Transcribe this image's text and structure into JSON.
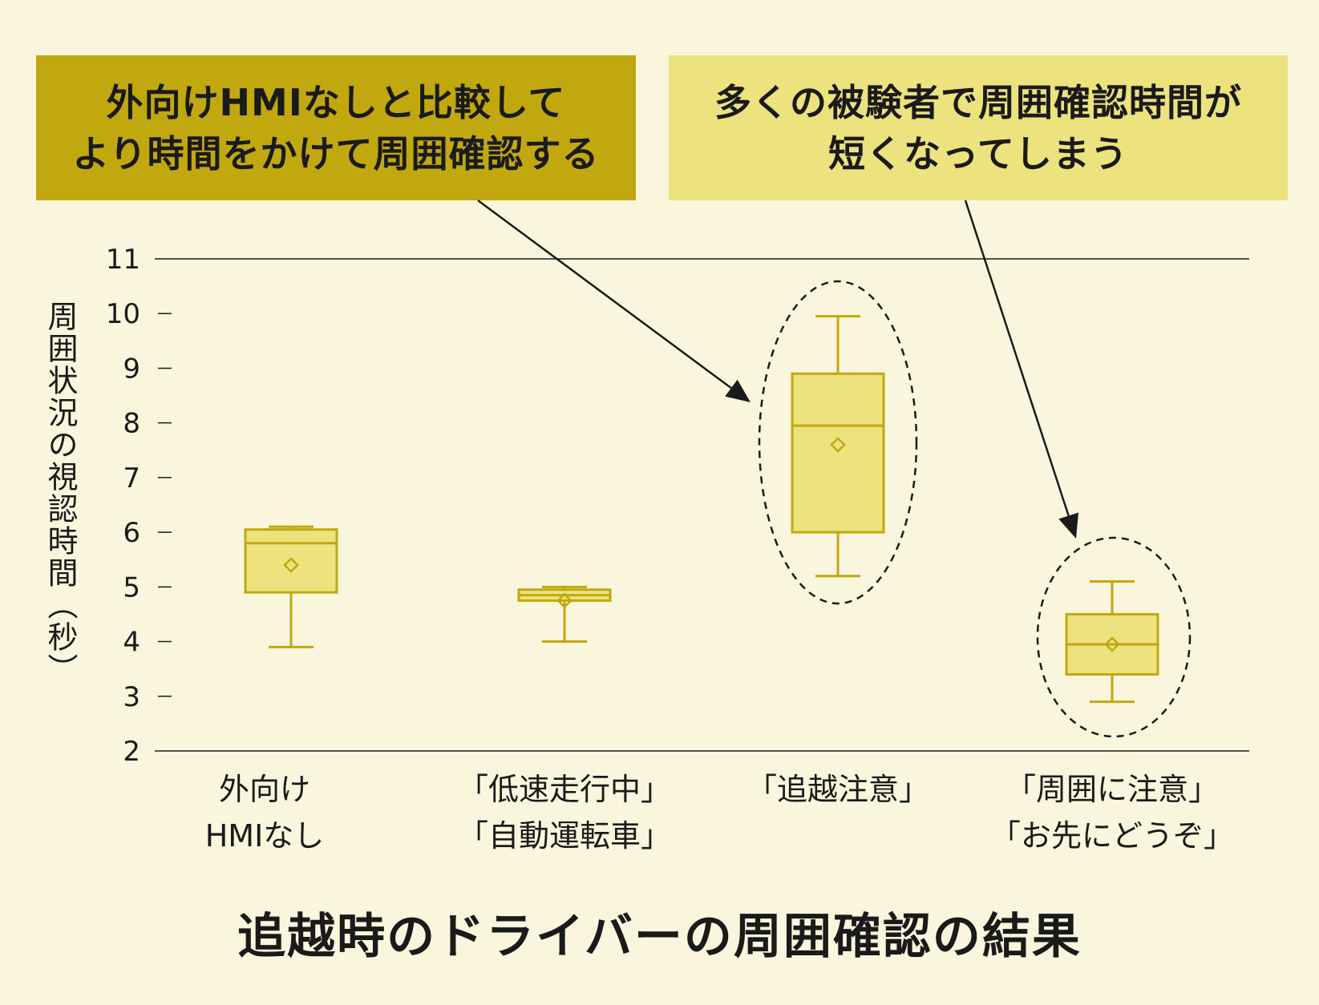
{
  "callouts": {
    "left": {
      "line1": "外向けHMIなしと比較して",
      "line2": "より時間をかけて周囲確認する"
    },
    "right": {
      "line1": "多くの被験者で周囲確認時間が",
      "line2": "短くなってしまう"
    }
  },
  "colors": {
    "background": "#faf6dd",
    "callout_left": "#c1a80f",
    "callout_right": "#ece27e",
    "box_fill": "#ece27e",
    "box_stroke": "#c1a80f"
  },
  "chart_data": {
    "type": "box",
    "title": "追越時のドライバーの周囲確認の結果",
    "ylabel": "周囲状況の視認時間（秒）",
    "ylim": [
      2,
      11
    ],
    "yticks": [
      2,
      3,
      4,
      5,
      6,
      7,
      8,
      9,
      10,
      11
    ],
    "categories": [
      {
        "line1": "外向け",
        "line2": "HMIなし"
      },
      {
        "line1": "「低速走行中」",
        "line2": "「自動運転車」"
      },
      {
        "line1": "「追越注意」",
        "line2": ""
      },
      {
        "line1": "「周囲に注意」",
        "line2": "「お先にどうぞ」"
      }
    ],
    "boxes": [
      {
        "min": 3.9,
        "q1": 4.9,
        "median": 5.8,
        "q3": 6.05,
        "max": 6.1,
        "mean": 5.4
      },
      {
        "min": 4.0,
        "q1": 4.75,
        "median": 4.85,
        "q3": 4.95,
        "max": 5.0,
        "mean": 4.75
      },
      {
        "min": 5.2,
        "q1": 6.0,
        "median": 7.95,
        "q3": 8.9,
        "max": 9.95,
        "mean": 7.6
      },
      {
        "min": 2.9,
        "q1": 3.4,
        "median": 3.95,
        "q3": 4.5,
        "max": 5.1,
        "mean": 3.95
      }
    ],
    "highlighted_categories": [
      2,
      3
    ],
    "grid": false,
    "legend": "none"
  }
}
